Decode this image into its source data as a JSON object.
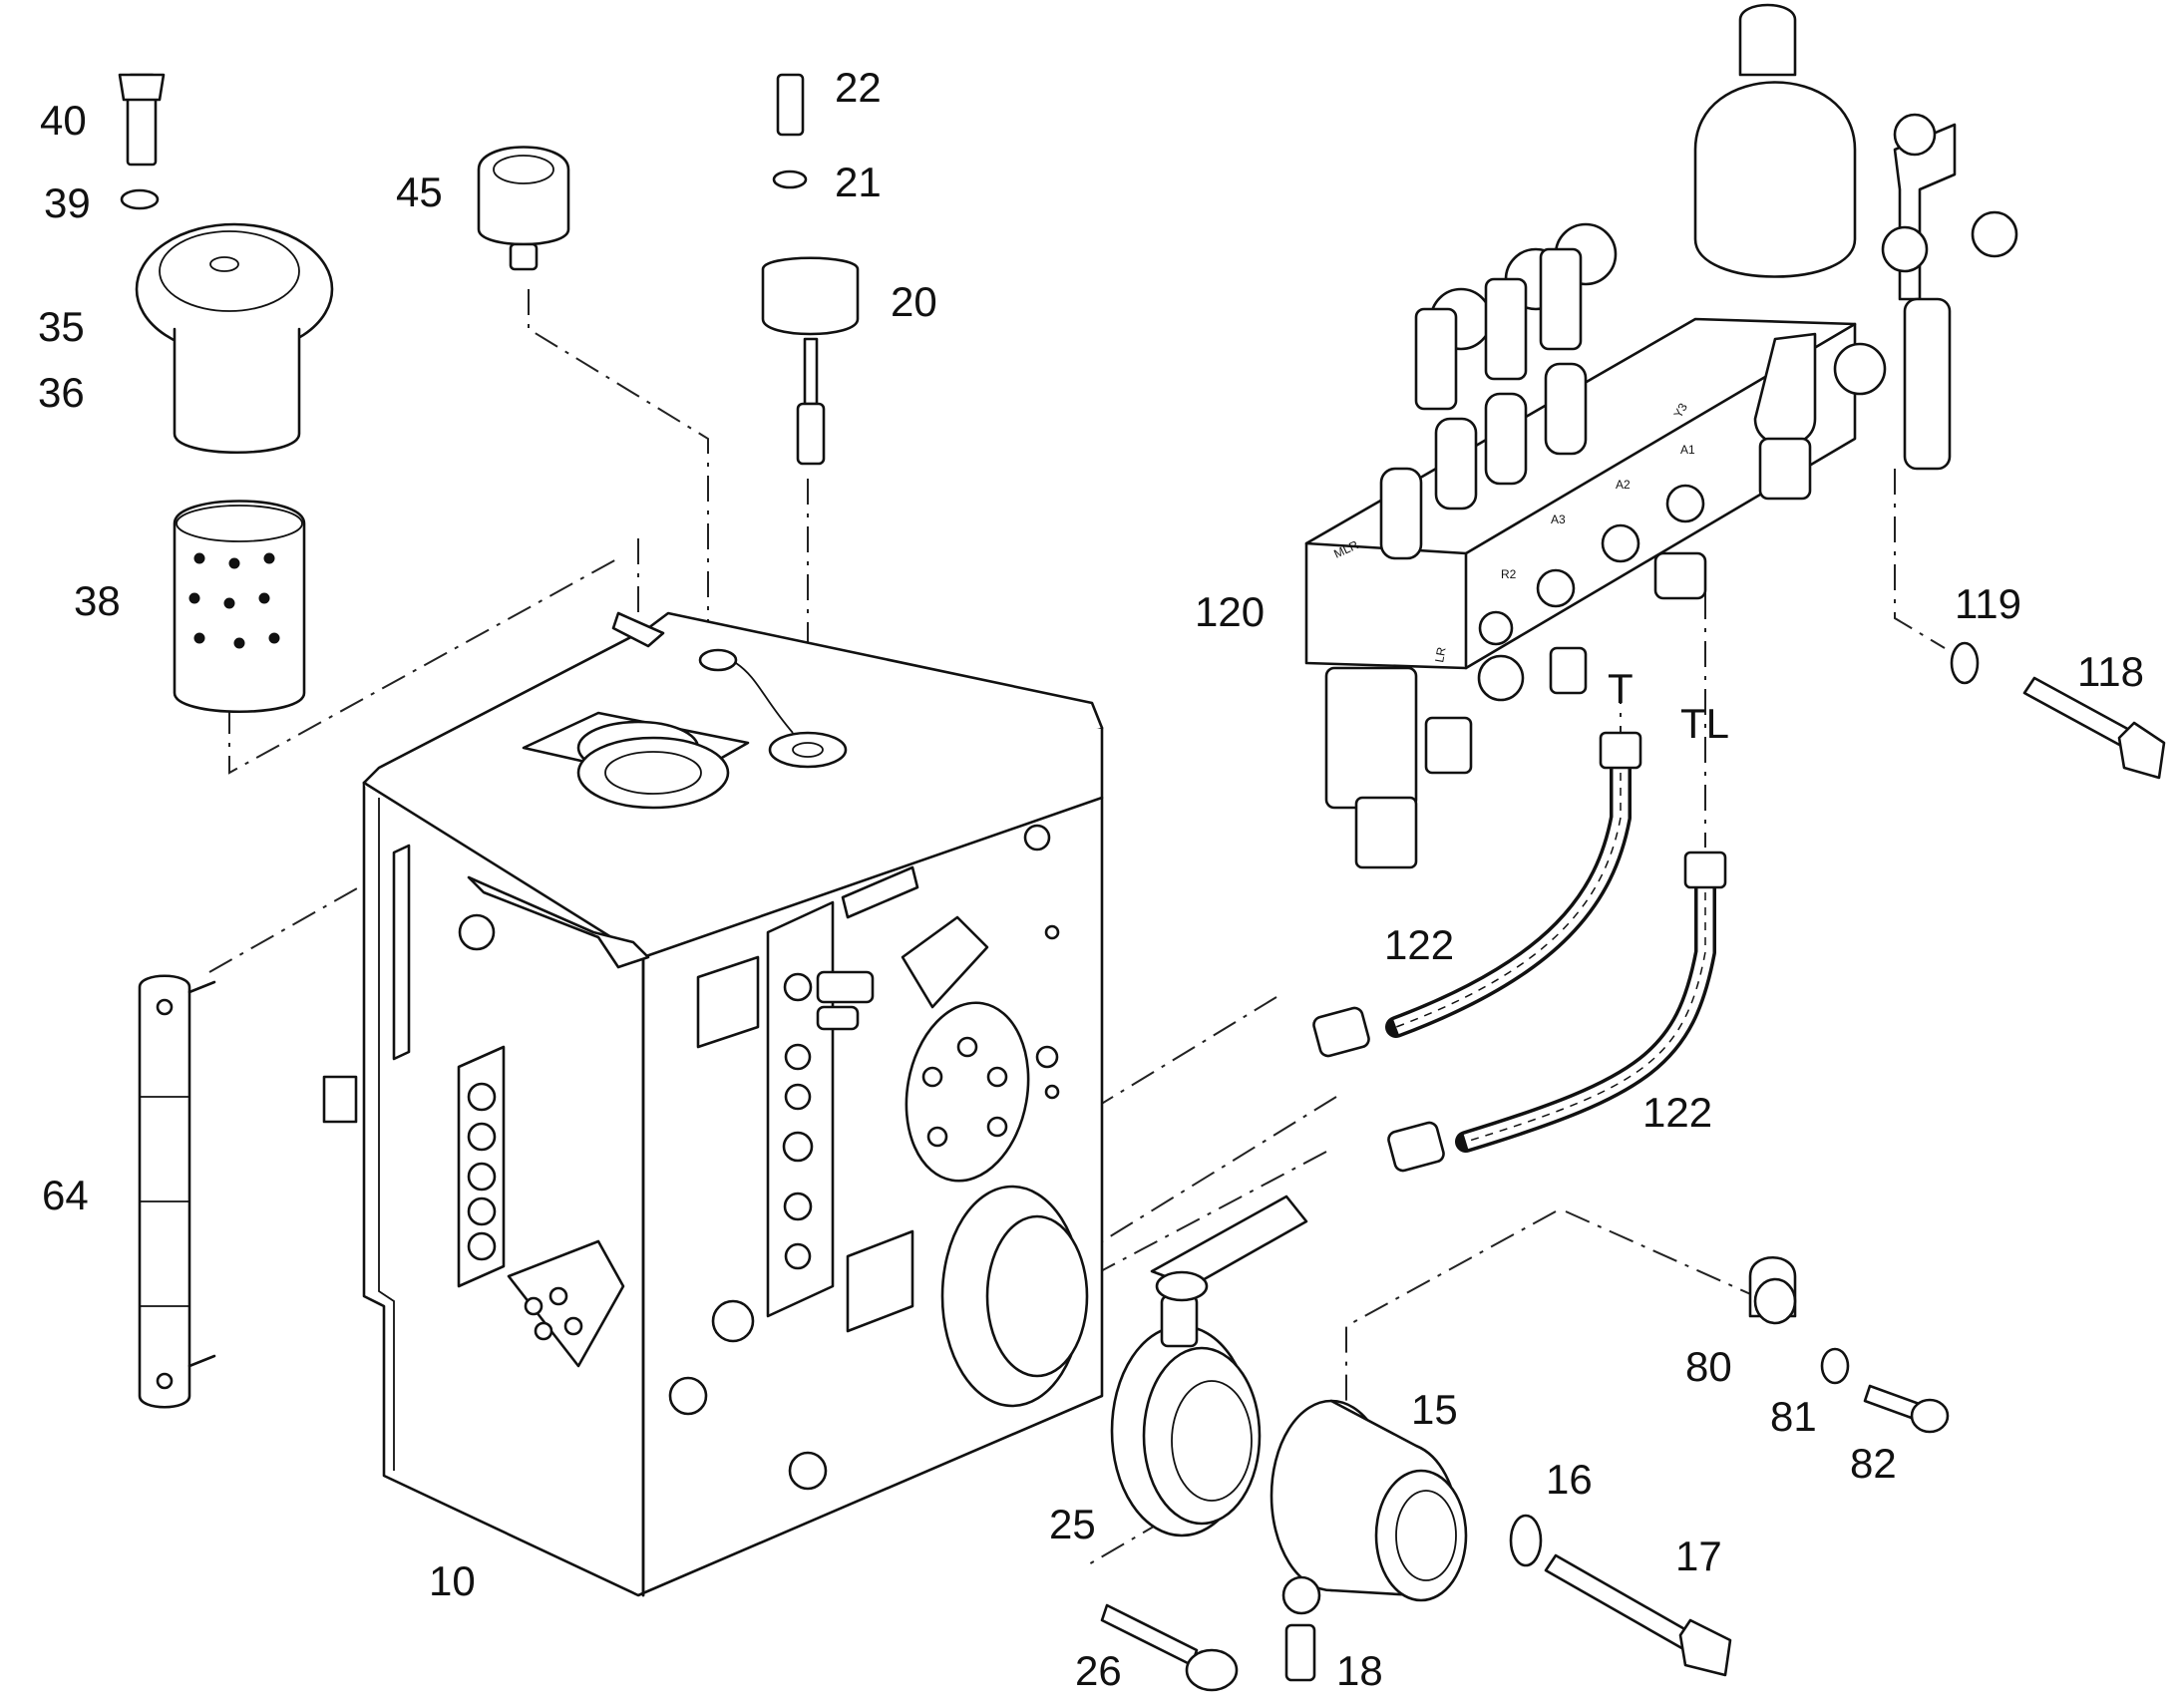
{
  "diagram": {
    "callouts": [
      "40",
      "39",
      "35",
      "36",
      "38",
      "45",
      "22",
      "21",
      "20",
      "120",
      "119",
      "118",
      "T",
      "TL",
      "122",
      "122",
      "64",
      "10",
      "25",
      "26",
      "18",
      "15",
      "16",
      "17",
      "80",
      "81",
      "82"
    ],
    "valve_block_markings": [
      "MLR",
      "LR",
      "R2",
      "A3",
      "A2",
      "A1",
      "Y3"
    ]
  }
}
